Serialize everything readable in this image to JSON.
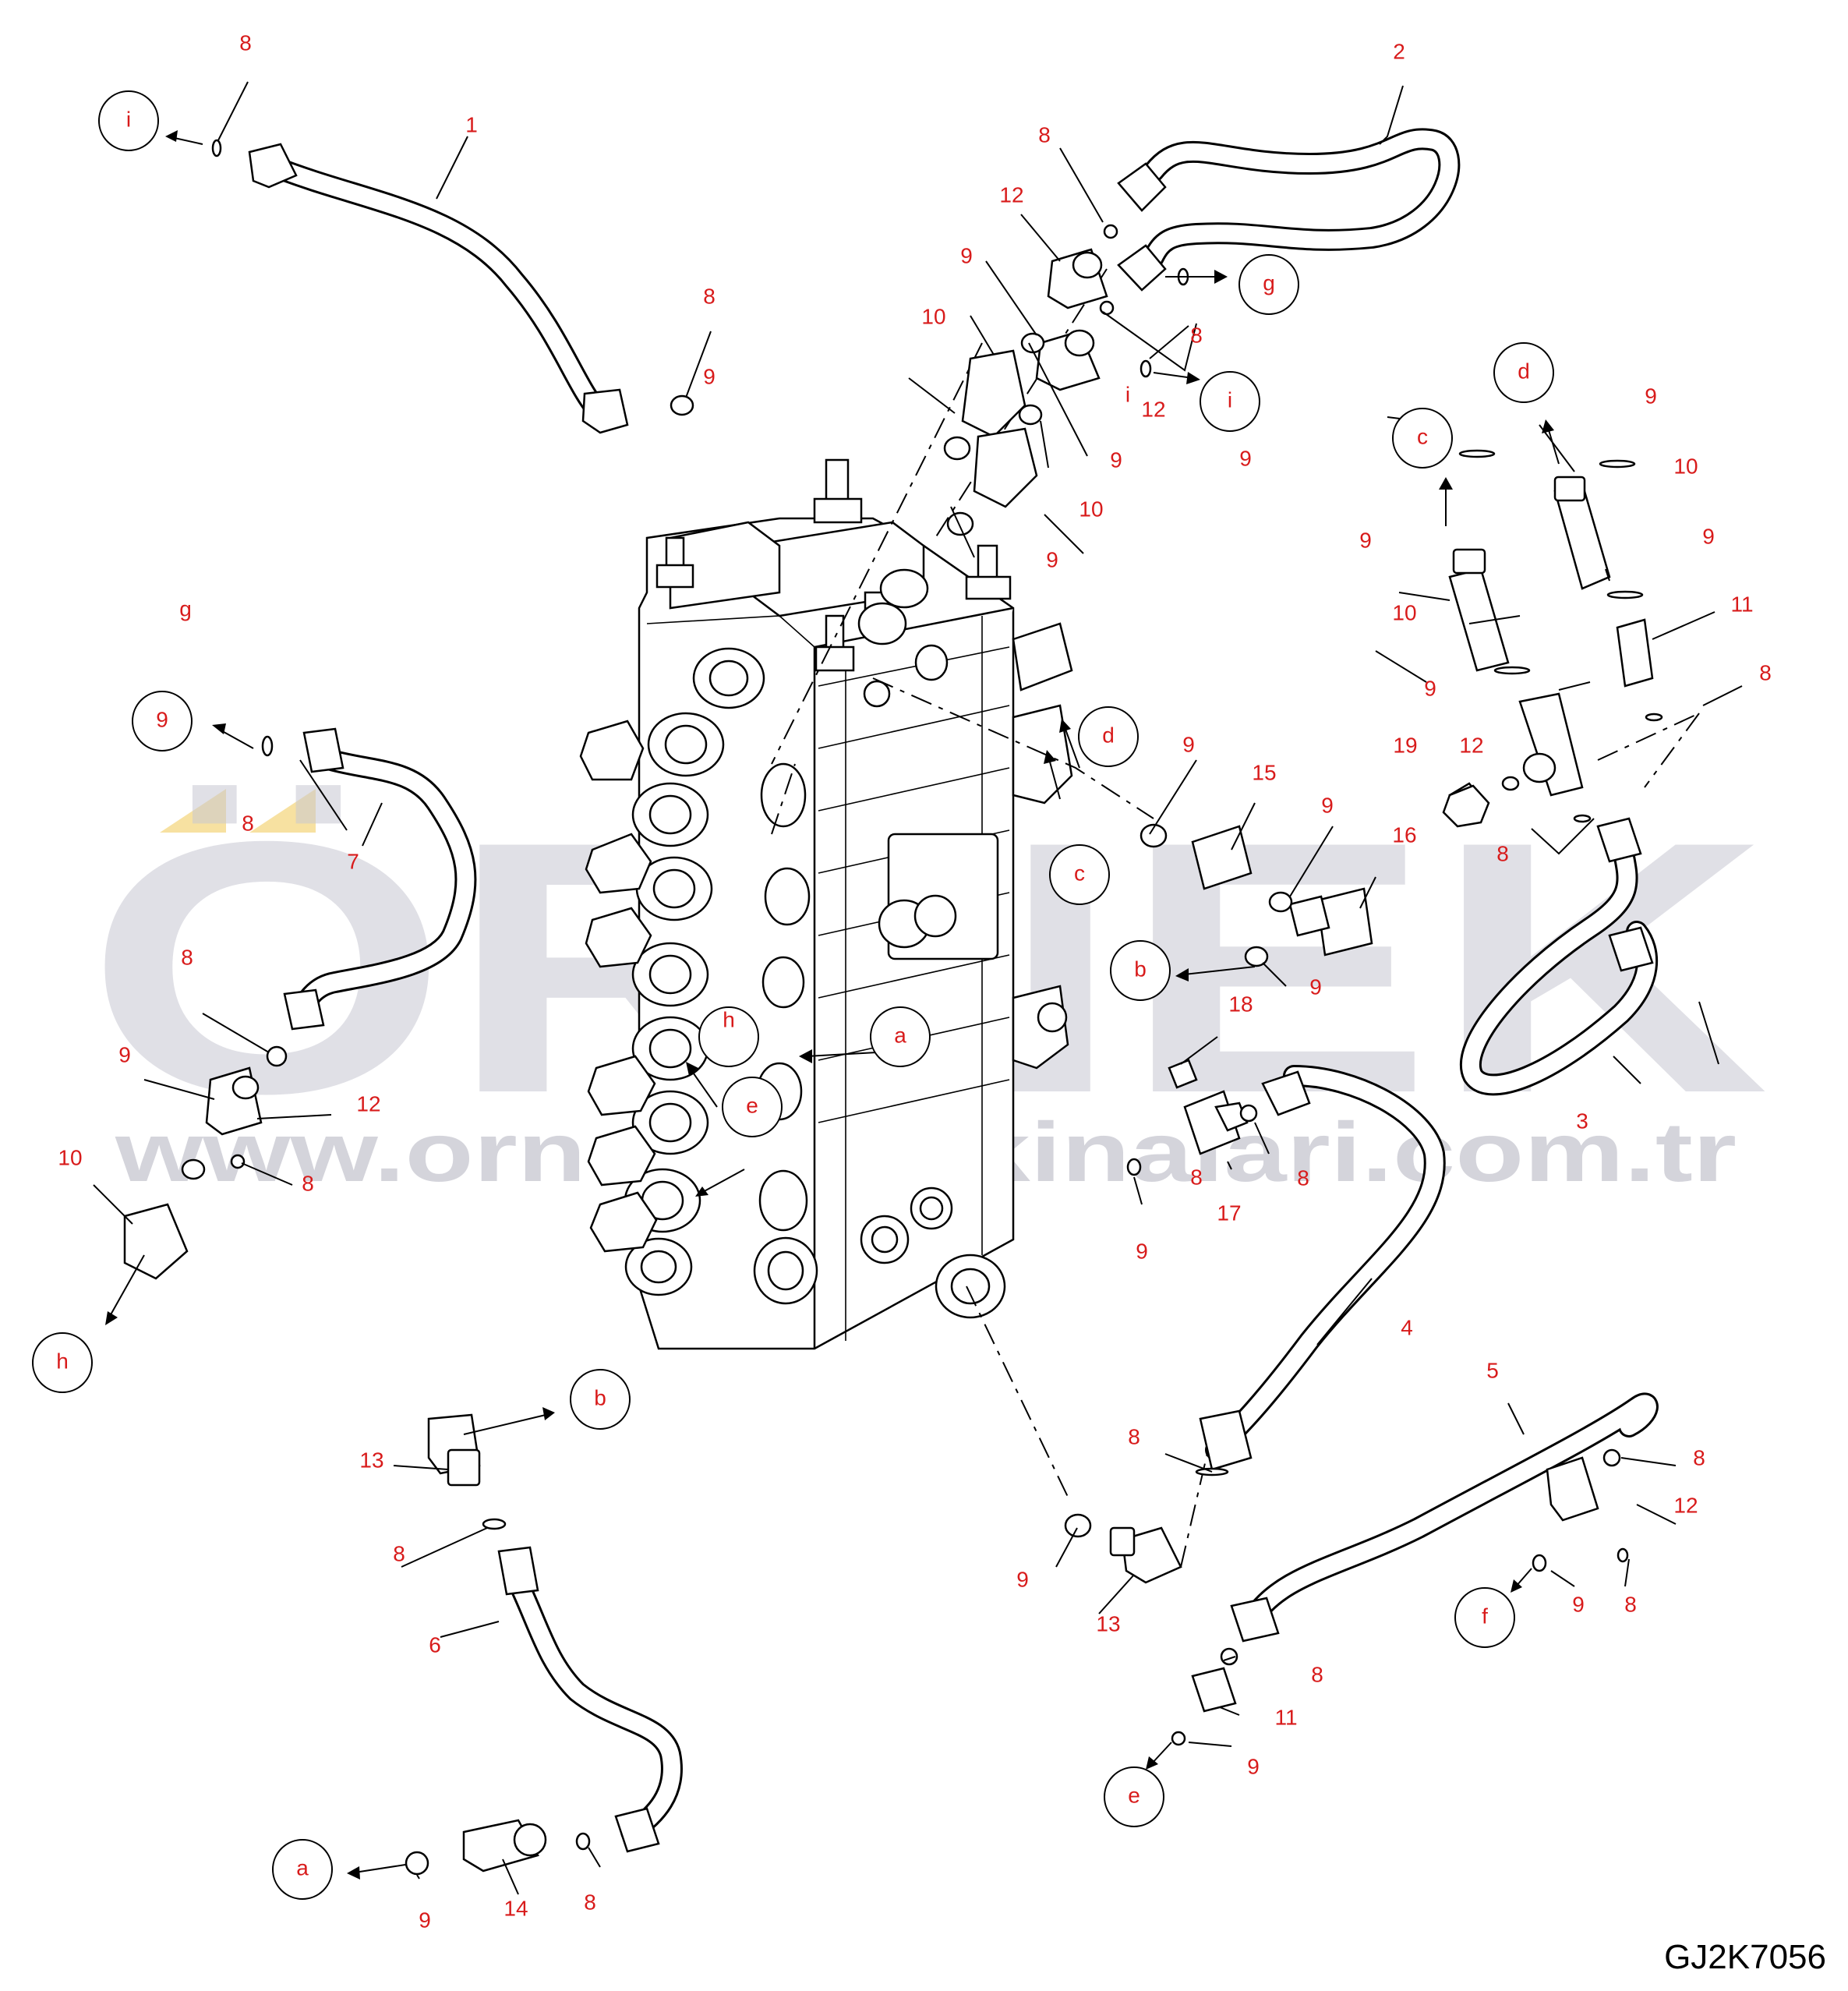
{
  "drawing_code": "GJ2K7056",
  "watermark": {
    "brand": "ÖRNEK",
    "url": "www.ornekismakinalari.com.tr"
  },
  "colors": {
    "callout_text": "#d81b1b",
    "line": "#000000",
    "watermark": "#c8c8d2",
    "watermark_accent": "#f5d98a"
  },
  "stray_label": "g",
  "callouts": [
    {
      "id": "c01",
      "text": "1"
    },
    {
      "id": "c02",
      "text": "2"
    },
    {
      "id": "c03",
      "text": "3"
    },
    {
      "id": "c04",
      "text": "4"
    },
    {
      "id": "c05",
      "text": "5"
    },
    {
      "id": "c06",
      "text": "6"
    },
    {
      "id": "c07",
      "text": "7"
    },
    {
      "id": "c08a",
      "text": "8"
    },
    {
      "id": "c08b",
      "text": "8"
    },
    {
      "id": "c08c",
      "text": "8"
    },
    {
      "id": "c08d",
      "text": "8"
    },
    {
      "id": "c08e",
      "text": "8"
    },
    {
      "id": "c08f",
      "text": "8"
    },
    {
      "id": "c08g",
      "text": "8"
    },
    {
      "id": "c08h",
      "text": "8"
    },
    {
      "id": "c08i",
      "text": "8"
    },
    {
      "id": "c08j",
      "text": "8"
    },
    {
      "id": "c08k",
      "text": "8"
    },
    {
      "id": "c08l",
      "text": "8"
    },
    {
      "id": "c08m",
      "text": "8"
    },
    {
      "id": "c08n",
      "text": "8"
    },
    {
      "id": "c08o",
      "text": "8"
    },
    {
      "id": "c08p",
      "text": "8"
    },
    {
      "id": "c08q",
      "text": "8"
    },
    {
      "id": "c09a",
      "text": "9"
    },
    {
      "id": "c09b",
      "text": "9"
    },
    {
      "id": "c09c",
      "text": "9"
    },
    {
      "id": "c09d",
      "text": "9"
    },
    {
      "id": "c09e",
      "text": "9"
    },
    {
      "id": "c09f",
      "text": "9"
    },
    {
      "id": "c09g",
      "text": "9"
    },
    {
      "id": "c09h",
      "text": "9"
    },
    {
      "id": "c09i",
      "text": "9"
    },
    {
      "id": "c09j",
      "text": "9"
    },
    {
      "id": "c09k",
      "text": "9"
    },
    {
      "id": "c09l",
      "text": "9"
    },
    {
      "id": "c09m",
      "text": "9"
    },
    {
      "id": "c09n",
      "text": "9"
    },
    {
      "id": "c09o",
      "text": "9"
    },
    {
      "id": "c09p",
      "text": "9"
    },
    {
      "id": "c09q",
      "text": "9"
    },
    {
      "id": "c09r",
      "text": "9"
    },
    {
      "id": "c10a",
      "text": "10"
    },
    {
      "id": "c10b",
      "text": "10"
    },
    {
      "id": "c10c",
      "text": "10"
    },
    {
      "id": "c10d",
      "text": "10"
    },
    {
      "id": "c10e",
      "text": "10"
    },
    {
      "id": "c11a",
      "text": "11"
    },
    {
      "id": "c11b",
      "text": "11"
    },
    {
      "id": "c12a",
      "text": "12"
    },
    {
      "id": "c12b",
      "text": "12"
    },
    {
      "id": "c12c",
      "text": "12"
    },
    {
      "id": "c12d",
      "text": "12"
    },
    {
      "id": "c12e",
      "text": "12"
    },
    {
      "id": "c13a",
      "text": "13"
    },
    {
      "id": "c13b",
      "text": "13"
    },
    {
      "id": "c14",
      "text": "14"
    },
    {
      "id": "c15",
      "text": "15"
    },
    {
      "id": "c16",
      "text": "16"
    },
    {
      "id": "c17",
      "text": "17"
    },
    {
      "id": "c18",
      "text": "18"
    },
    {
      "id": "c19",
      "text": "19"
    },
    {
      "id": "ci_small",
      "text": "i"
    }
  ],
  "ref_circles": [
    {
      "id": "r_i1",
      "text": "i"
    },
    {
      "id": "r_i2",
      "text": "i"
    },
    {
      "id": "r_g",
      "text": "g"
    },
    {
      "id": "r_9",
      "text": "9"
    },
    {
      "id": "r_h1",
      "text": "h"
    },
    {
      "id": "r_h2",
      "text": "h"
    },
    {
      "id": "r_a1",
      "text": "a"
    },
    {
      "id": "r_a2",
      "text": "a"
    },
    {
      "id": "r_b1",
      "text": "b"
    },
    {
      "id": "r_b2",
      "text": "b"
    },
    {
      "id": "r_c1",
      "text": "c"
    },
    {
      "id": "r_c2",
      "text": "c"
    },
    {
      "id": "r_d1",
      "text": "d"
    },
    {
      "id": "r_d2",
      "text": "d"
    },
    {
      "id": "r_e1",
      "text": "e"
    },
    {
      "id": "r_e2",
      "text": "e"
    },
    {
      "id": "r_f",
      "text": "f"
    }
  ]
}
